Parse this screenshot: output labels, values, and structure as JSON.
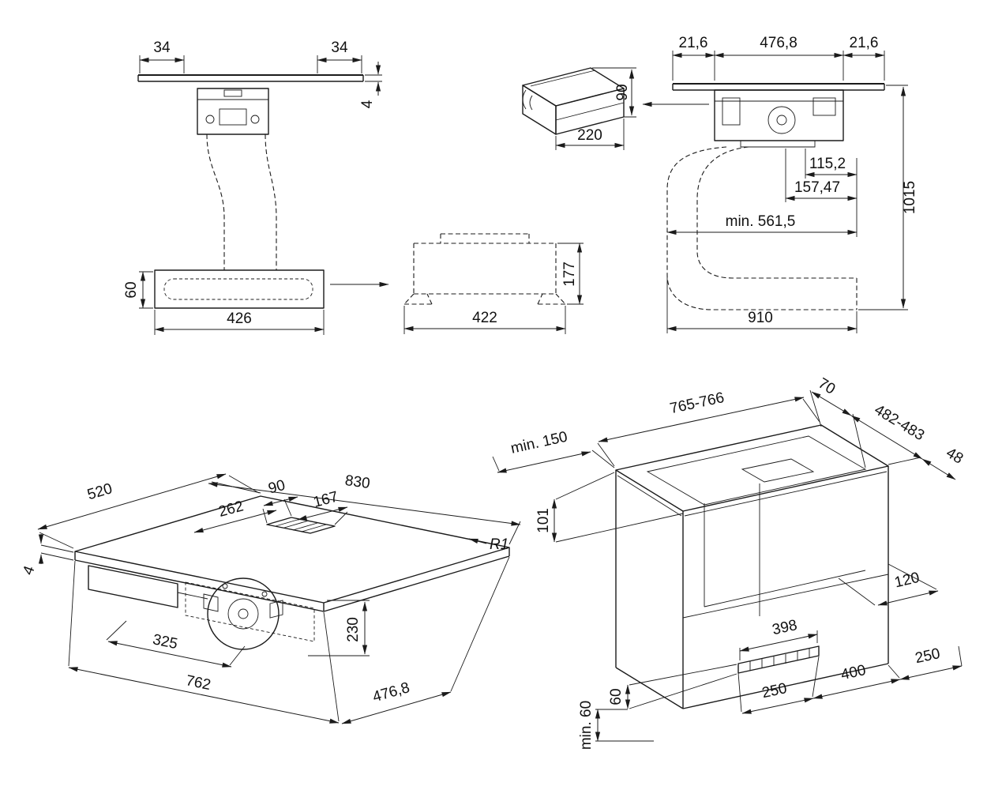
{
  "views": {
    "front": {
      "d34l": "34",
      "d34r": "34",
      "d4": "4",
      "d60": "60",
      "d426": "426"
    },
    "duct": {
      "d90": "90",
      "d220": "220"
    },
    "plenum_side": {
      "d177": "177",
      "d422": "422"
    },
    "side": {
      "d216l": "21,6",
      "d4768": "476,8",
      "d216r": "21,6",
      "d1152": "115,2",
      "d15747": "157,47",
      "dmin5615": "min. 561,5",
      "d1015": "1015",
      "d910": "910"
    },
    "hob_iso": {
      "d830": "830",
      "d520": "520",
      "d262": "262",
      "d90": "90",
      "d167": "167",
      "dR1": "R1",
      "d4": "4",
      "d230": "230",
      "d325": "325",
      "d762": "762",
      "d4768": "476,8"
    },
    "cabinet": {
      "dmin150": "min. 150",
      "d765": "765-766",
      "d70": "70",
      "d482": "482-483",
      "d48": "48",
      "d101": "101",
      "d120": "120",
      "d398": "398",
      "d250a": "250",
      "d400": "400",
      "d250b": "250",
      "d60": "60",
      "dmin60": "min. 60"
    }
  }
}
